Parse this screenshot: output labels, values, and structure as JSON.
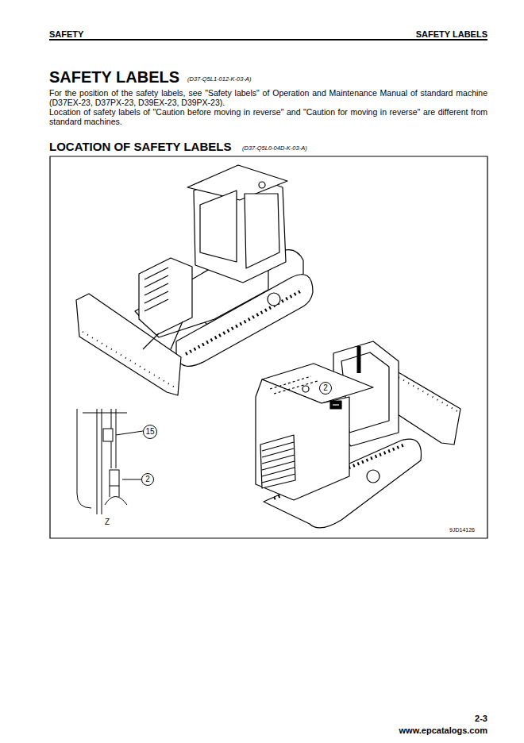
{
  "diagram": {
    "title": "SAFETY LABELS",
    "nodes": [
      {
        "text": [
          "15"
        ]
      },
      {
        "text": [
          "2"
        ]
      },
      {
        "text": [
          "2"
        ]
      }
    ],
    "labels": [
      "SAFETY",
      "SAFETY LABELS",
      "(D37-Q5L1-012-K-03-A)",
      "For the position of the safety labels, see \"Safety labels\" of Operation and Maintenance Manual of standard machine (D37EX-23, D37PX-23, D39EX-23, D39PX-23).",
      "Location of safety labels of \"Caution before moving in reverse\" and \"Caution for moving in reverse\" are different from standard machines.",
      "LOCATION OF SAFETY LABELS",
      "(D37-Q5L0-04D-K-03-A)",
      "Z",
      "9JD14126",
      "2-3",
      "www.epcatalogs.com"
    ]
  }
}
